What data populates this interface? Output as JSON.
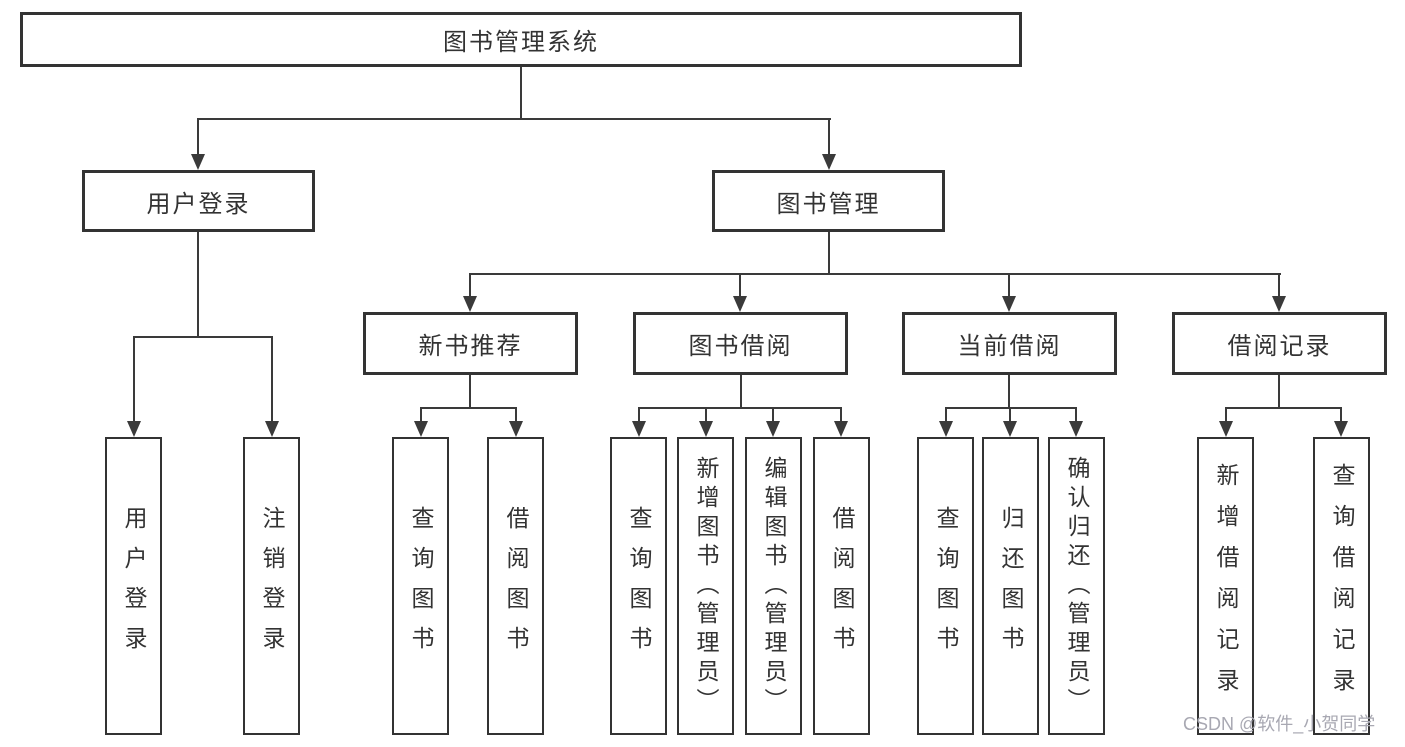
{
  "diagram": {
    "title_context": "library management system function structure diagram",
    "nodes": {
      "root": "图书管理系统",
      "level2": [
        "用户登录",
        "图书管理"
      ],
      "level3": [
        "新书推荐",
        "图书借阅",
        "当前借阅",
        "借阅记录"
      ],
      "leaves_user_login": [
        "用户登录",
        "注销登录"
      ],
      "leaves_new_book": [
        "查询图书",
        "借阅图书"
      ],
      "leaves_book_borrow": [
        "查询图书",
        "新增图书（管理员）",
        "编辑图书（管理员）",
        "借阅图书"
      ],
      "leaves_current_borrow": [
        "查询图书",
        "归还图书",
        "确认归还（管理员）"
      ],
      "leaves_borrow_record": [
        "新增借阅记录",
        "查询借阅记录"
      ]
    },
    "watermark": "CSDN @软件_小贺同学",
    "colors": {
      "line": "#3a3a3a",
      "box_border": "#333333",
      "text": "#333333",
      "watermark_text": "#a8a8b2",
      "background": "#ffffff"
    }
  }
}
